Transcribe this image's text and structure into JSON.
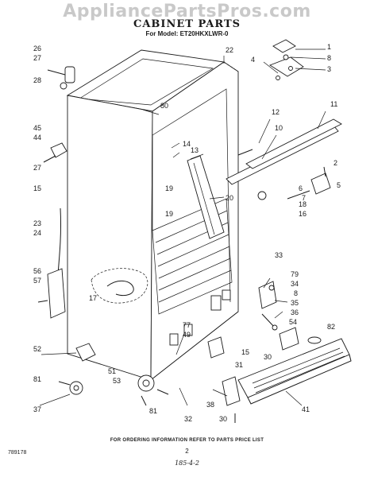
{
  "watermark": "AppliancePartsPros.com",
  "title": "CABINET PARTS",
  "model": "For Model: ET20HKXLWR-0",
  "footer": {
    "note": "FOR ORDERING INFORMATION REFER TO PARTS PRICE LIST",
    "doc_number": "789178",
    "page": "2",
    "code": "185-4-2"
  },
  "callouts": [
    "1",
    "8",
    "3",
    "4",
    "22",
    "26",
    "27",
    "28",
    "80",
    "11",
    "12",
    "10",
    "45",
    "44",
    "27",
    "14",
    "13",
    "2",
    "6",
    "7",
    "5",
    "18",
    "16",
    "15",
    "19",
    "20",
    "19",
    "23",
    "24",
    "33",
    "79",
    "34",
    "8",
    "56",
    "57",
    "17",
    "35",
    "36",
    "54",
    "82",
    "77",
    "49",
    "15",
    "31",
    "30",
    "52",
    "51",
    "81",
    "53",
    "37",
    "81",
    "32",
    "38",
    "30",
    "41",
    "8"
  ]
}
